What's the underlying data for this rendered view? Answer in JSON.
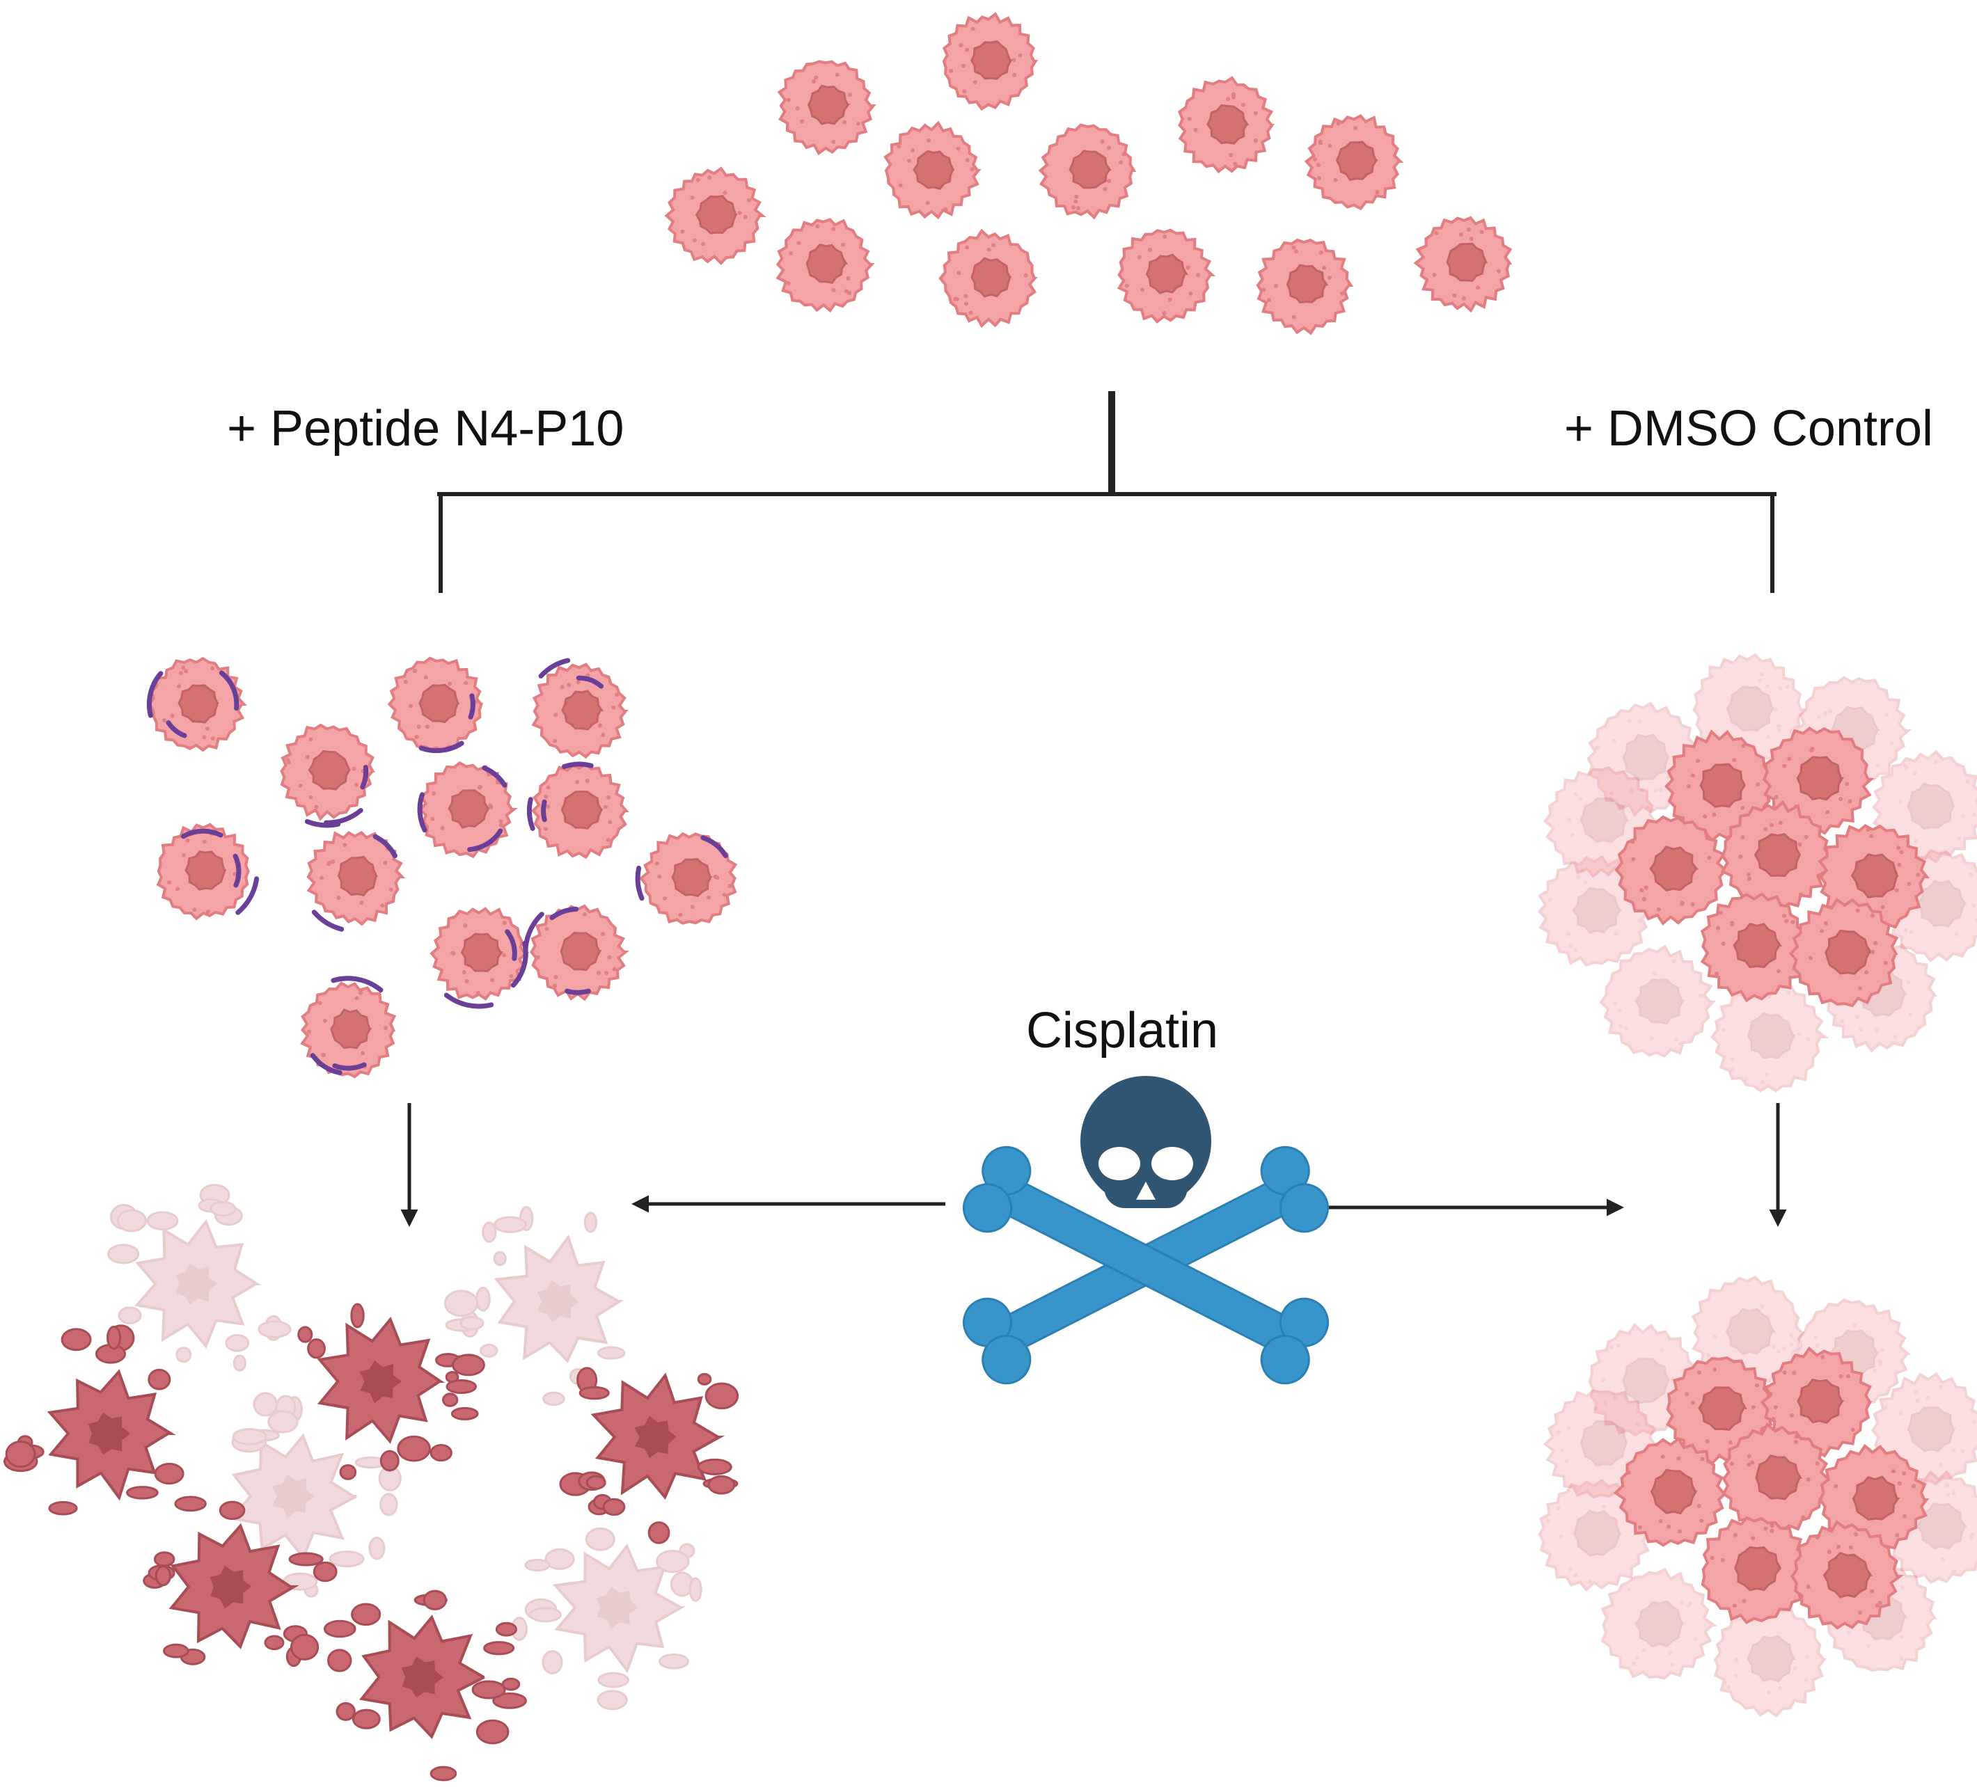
{
  "labels": {
    "left_treatment": "+ Peptide N4-P10",
    "right_treatment": "+ DMSO Control",
    "drug": "Cisplatin"
  },
  "colors": {
    "cell_fill": "#f4a3a6",
    "cell_edge": "#e27d82",
    "nucleus": "#d47272",
    "peptide": "#6a3f97",
    "dead_cell": "#c96870",
    "dead_cell_dark": "#a84d56",
    "dead_faded": "#e7bcbe",
    "skull": "#2f5572",
    "bones": "#3895cc",
    "line": "#222222"
  },
  "icons": {
    "drug_icon": "skull-crossbones-icon"
  }
}
